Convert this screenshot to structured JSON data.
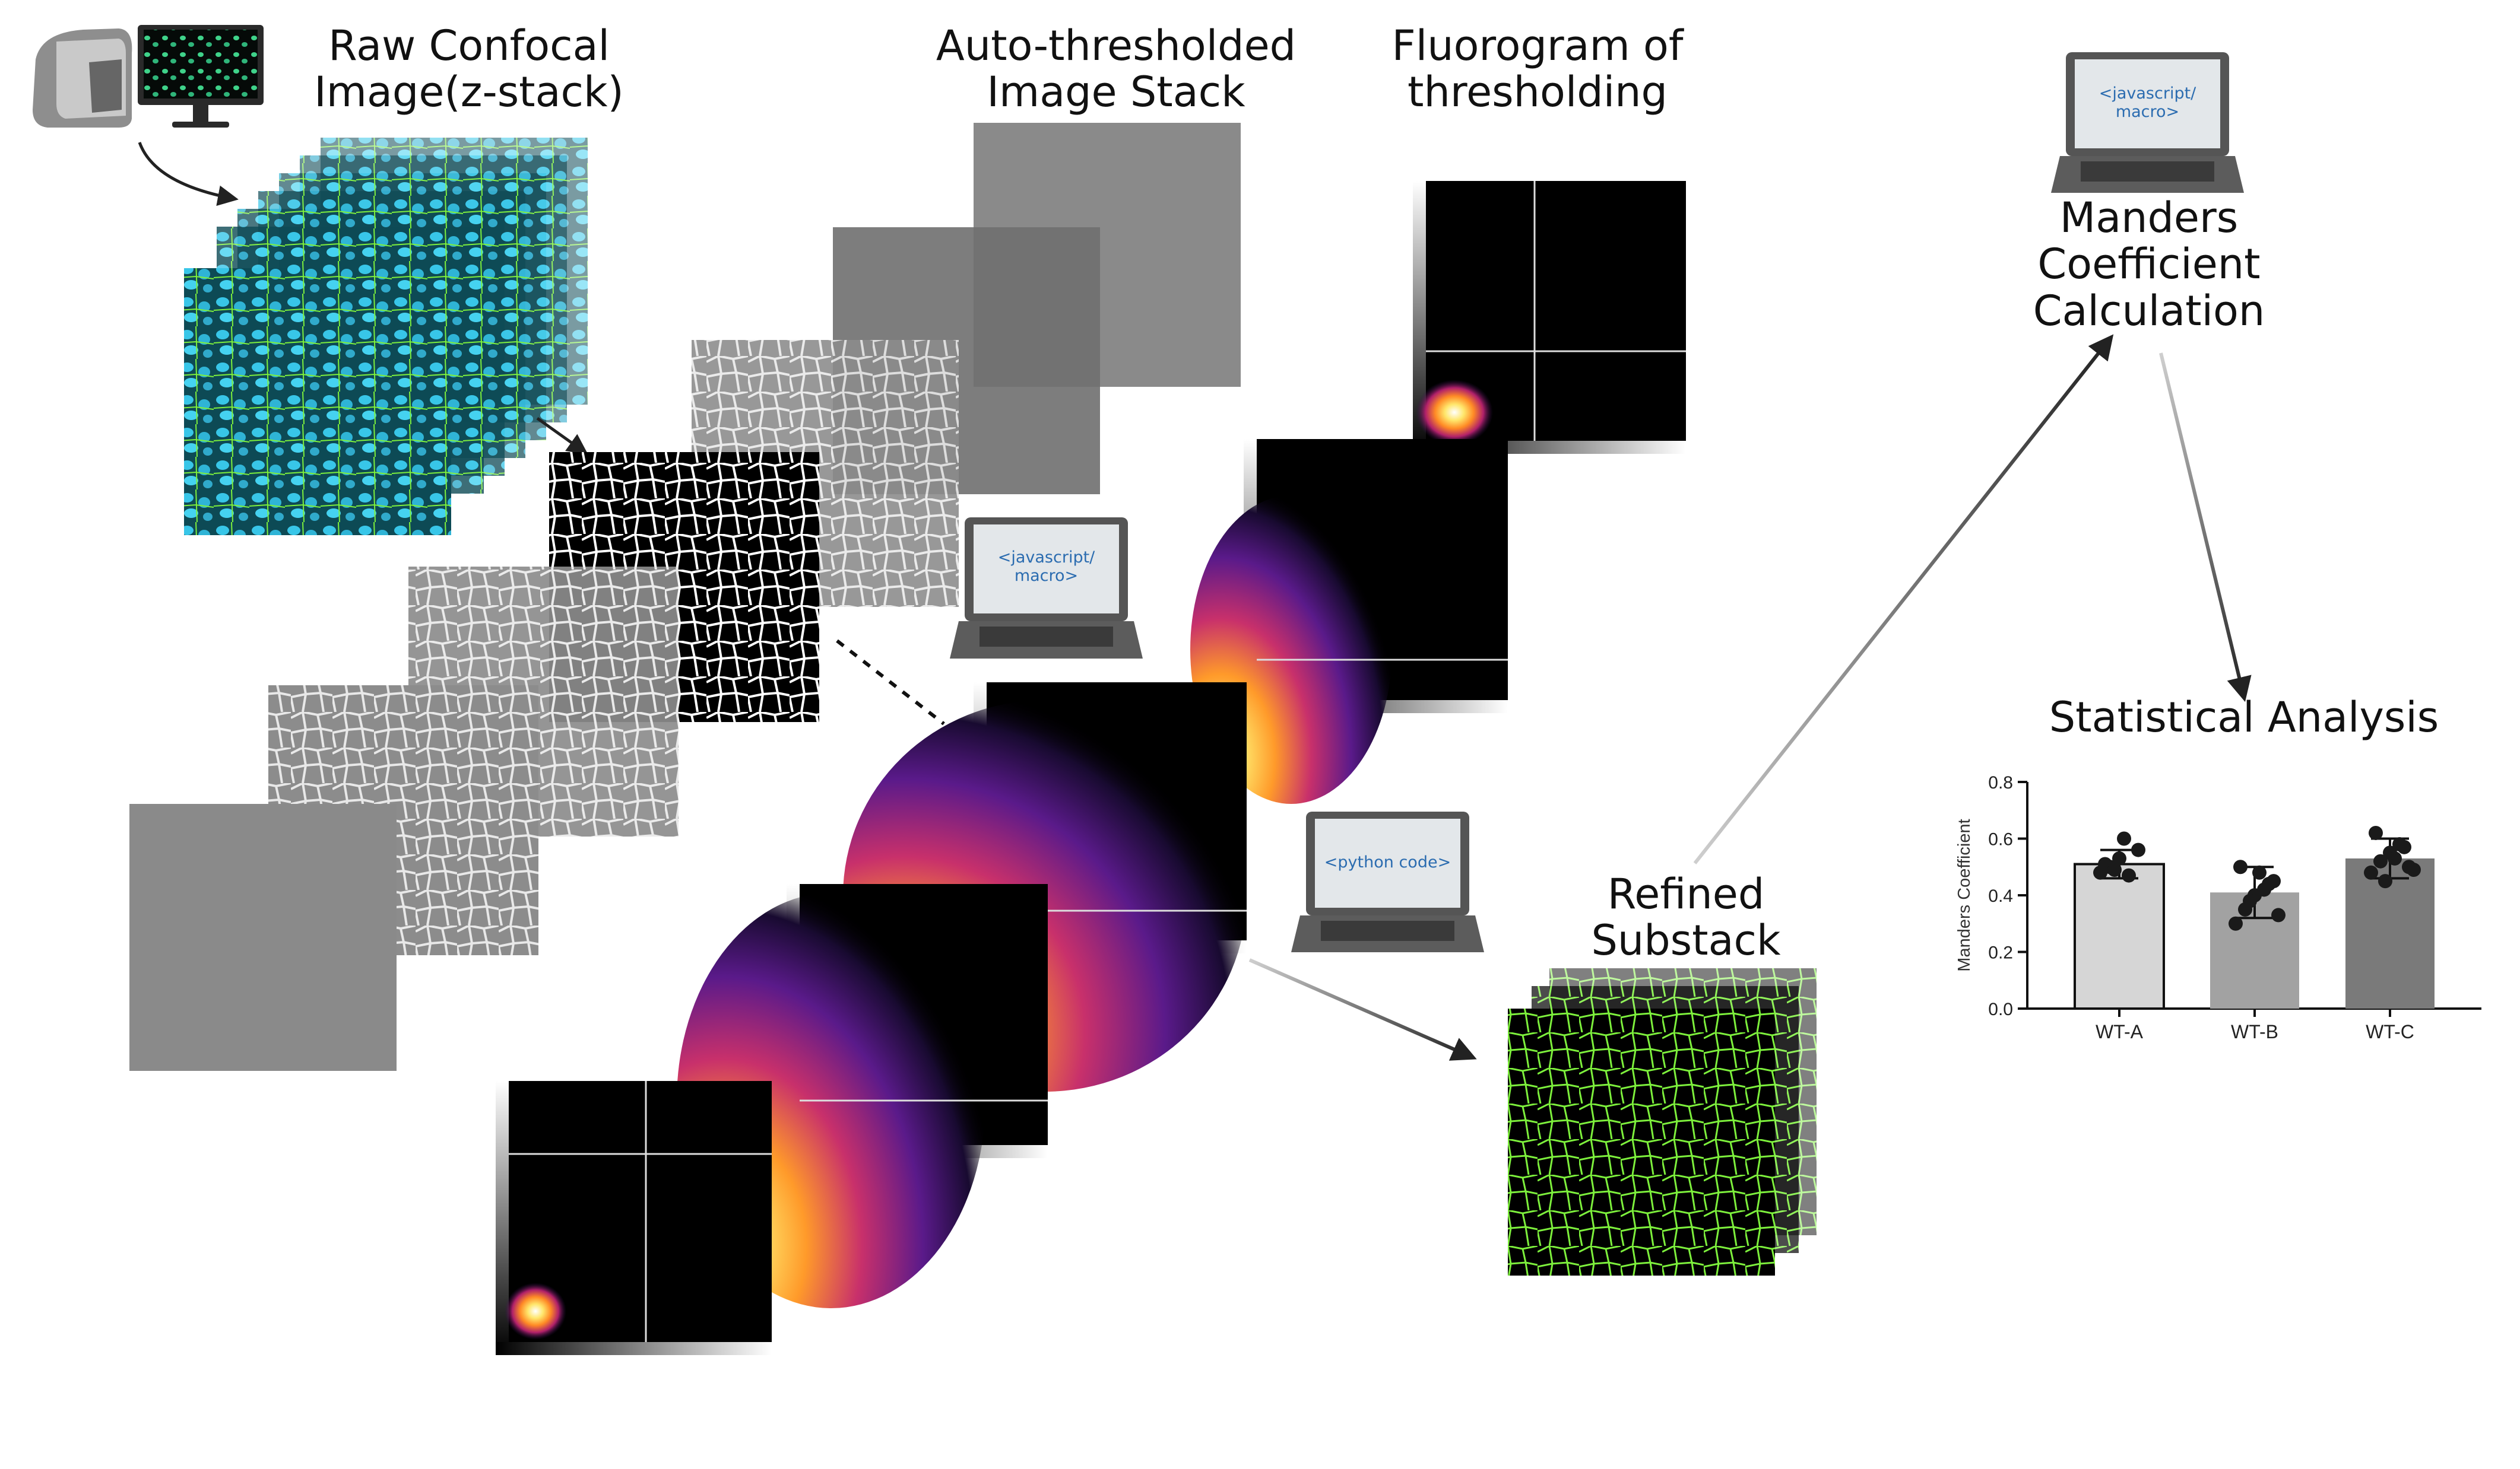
{
  "labels": {
    "raw": [
      "Raw Confocal",
      "Image(z-stack)"
    ],
    "auto": [
      "Auto-thresholded",
      "Image Stack"
    ],
    "fluoro": [
      "Fluorogram of",
      "thresholding"
    ],
    "manders": [
      "Manders",
      "Coefficient",
      "Calculation"
    ],
    "stats": "Statistical Analysis",
    "refined": [
      "Refined",
      "Substack"
    ]
  },
  "laptops": {
    "top": [
      "<javascript/",
      "macro>"
    ],
    "middle": [
      "<javascript/",
      "macro>"
    ],
    "python": "<python code>"
  },
  "colors": {
    "cyan_nuclei": "#38c6e8",
    "green_membrane": "#7df03c",
    "arrow": "#222222",
    "bar_a": "#d6d6d6",
    "bar_b": "#a2a2a2",
    "bar_c": "#7a7a7a"
  },
  "icons": [
    "confocal-microscope-icon",
    "monitor-icon",
    "laptop-icon"
  ],
  "chart_data": {
    "type": "bar",
    "title": "",
    "xlabel": "",
    "ylabel": "Manders Coefficient",
    "categories": [
      "WT-A",
      "WT-B",
      "WT-C"
    ],
    "values": [
      0.51,
      0.41,
      0.53
    ],
    "errors": [
      0.05,
      0.09,
      0.07
    ],
    "ylim": [
      0,
      0.8
    ],
    "yticks": [
      0.0,
      0.2,
      0.4,
      0.6,
      0.8
    ],
    "ytick_labels": [
      "0.0",
      "0.2",
      "0.4",
      "0.6",
      "0.8"
    ],
    "points": [
      [
        0.48,
        0.5,
        0.53,
        0.47,
        0.56,
        0.51,
        0.49,
        0.6
      ],
      [
        0.3,
        0.35,
        0.4,
        0.42,
        0.45,
        0.5,
        0.38,
        0.48,
        0.44,
        0.33
      ],
      [
        0.48,
        0.52,
        0.55,
        0.58,
        0.5,
        0.62,
        0.45,
        0.53,
        0.57,
        0.49
      ]
    ]
  }
}
